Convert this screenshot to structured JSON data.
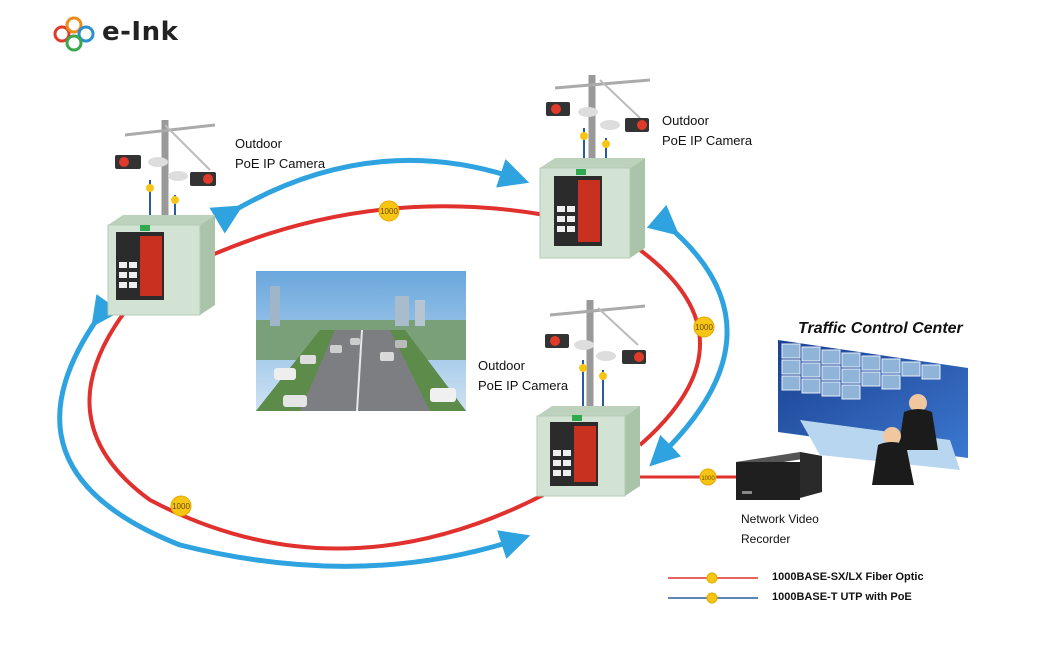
{
  "logo": {
    "text": "e-Ink"
  },
  "cameras": [
    {
      "line1": "Outdoor",
      "line2": "PoE IP Camera"
    },
    {
      "line1": "Outdoor",
      "line2": "PoE IP Camera"
    },
    {
      "line1": "Outdoor",
      "line2": "PoE IP Camera"
    }
  ],
  "link_badges": {
    "fiber": "1000"
  },
  "control_center": {
    "title": "Traffic Control Center"
  },
  "nvr": {
    "line1": "Network Video",
    "line2": "Recorder"
  },
  "legend": {
    "fiber": {
      "label": "1000BASE-SX/LX Fiber Optic",
      "color": "#e0312e"
    },
    "utp": {
      "label": "1000BASE-T UTP with PoE",
      "color": "#2a5b9e"
    }
  },
  "colors": {
    "fiber_ring": "#e0312e",
    "traffic_flow": "#2ea3e0",
    "badge": "#f7c514",
    "cabinet": "#d3e3d3"
  }
}
